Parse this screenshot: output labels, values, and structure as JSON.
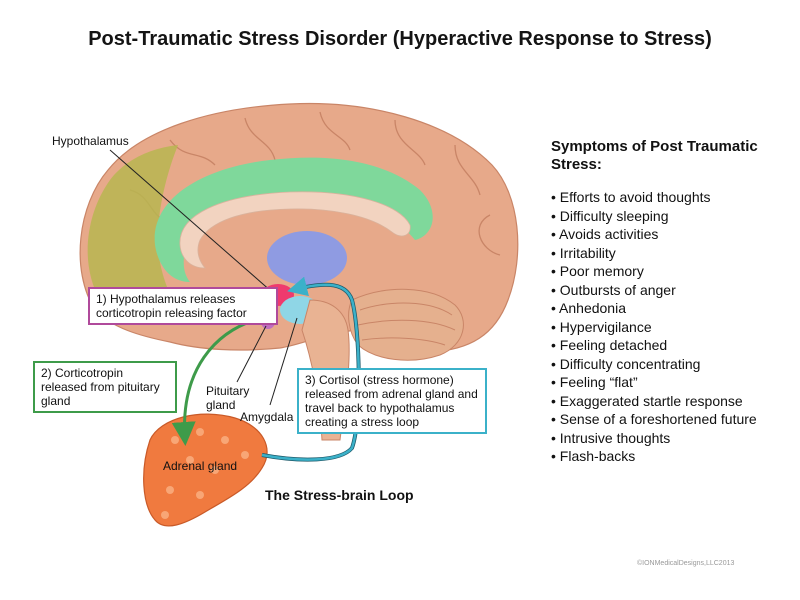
{
  "title": "Post-Traumatic Stress Disorder (Hyperactive Response to Stress)",
  "labels": {
    "hypothalamus": "Hypothalamus",
    "pituitary_gland": "Pituitary gland",
    "amygdala": "Amygdala",
    "adrenal_gland": "Adrenal gland"
  },
  "steps": [
    {
      "text": "1) Hypothalamus releases corticotropin releasing factor",
      "color": "#b04a9b"
    },
    {
      "text": "2) Corticotropin released from pituitary gland",
      "color": "#3e9b4a"
    },
    {
      "text": "3) Cortisol (stress hormone) released from adrenal gland and travel back to hypothalamus creating a stress loop",
      "color": "#3bb1c9"
    }
  ],
  "loop_caption": "The Stress-brain Loop",
  "symptoms": {
    "heading": "Symptoms of Post Traumatic Stress:",
    "items": [
      "Efforts to avoid thoughts",
      "Difficulty sleeping",
      "Avoids activities",
      "Irritability",
      "Poor memory",
      "Outbursts of anger",
      "Anhedonia",
      "Hypervigilance",
      "Feeling detached",
      "Difficulty concentrating",
      "Feeling “flat”",
      "Exaggerated startle response",
      "Sense of a foreshortened future",
      "Intrusive thoughts",
      "Flash-backs"
    ]
  },
  "copyright": "©IONMedicalDesigns,LLC2013",
  "colors": {
    "cortex": "#e7a98a",
    "frontal_highlight": "#b7b650",
    "limbic": "#7fd89b",
    "corpus_callosum": "#f2d3c0",
    "thalamus": "#8f9be2",
    "hypothalamus": "#ef3a6e",
    "pituitary": "#c06ec0",
    "amygdala": "#8fd6e6",
    "cerebellum": "#e5b08e",
    "adrenal": "#f07a3f",
    "green_arrow": "#3e9b4a",
    "blue_arrow": "#3bb1c9"
  }
}
